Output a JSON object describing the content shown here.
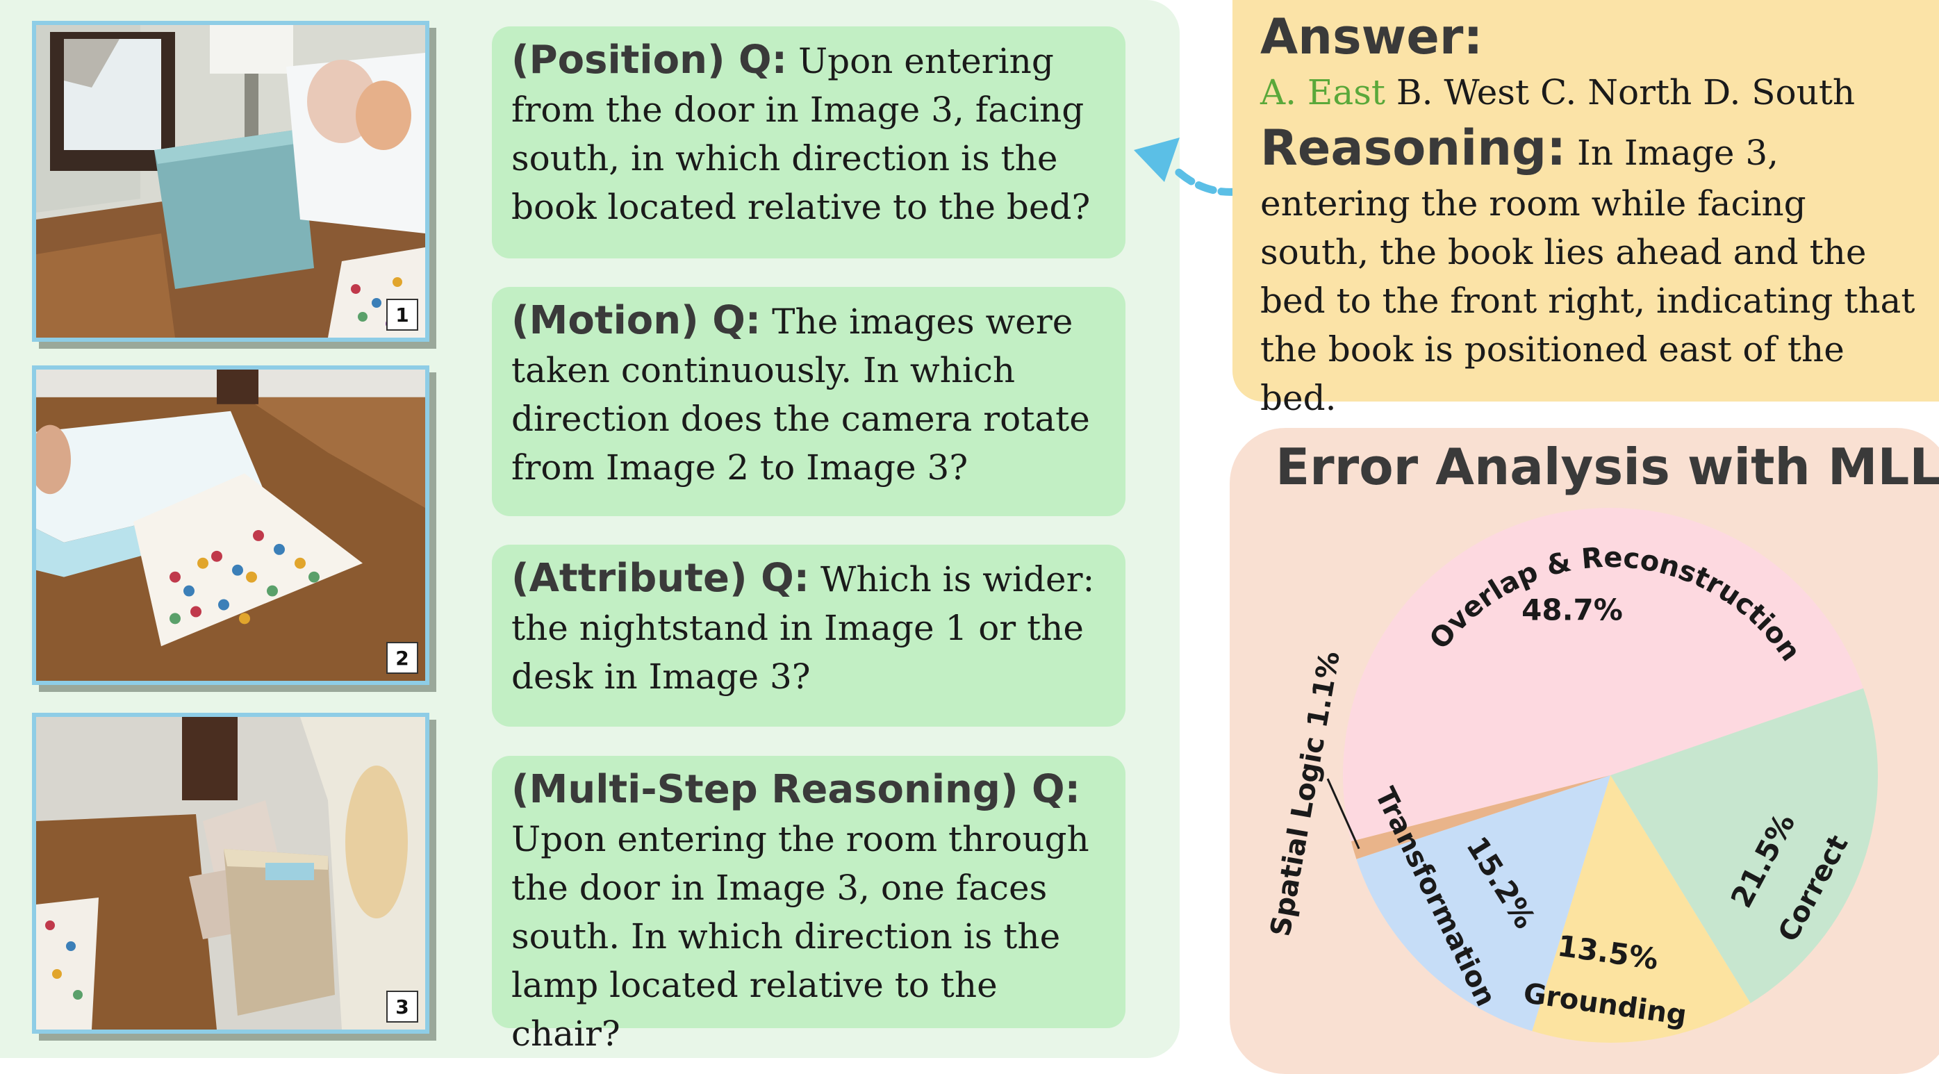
{
  "images": [
    {
      "number": "1"
    },
    {
      "number": "2"
    },
    {
      "number": "3"
    }
  ],
  "questions": [
    {
      "tag": "(Position) Q:",
      "text": "Upon entering from the door in Image 3, facing south, in which direction is the book located relative to the bed?"
    },
    {
      "tag": "(Motion) Q:",
      "text": "The images were taken continuously. In which direction does the camera rotate from Image 2 to Image 3?"
    },
    {
      "tag": "(Attribute) Q:",
      "text": "Which is wider: the nightstand in Image 1 or the desk in Image 3?"
    },
    {
      "tag": "(Multi-Step Reasoning) Q:",
      "text": "Upon entering the room through the door in Image 3, one faces south. In which direction is the lamp located relative to the chair?"
    }
  ],
  "answer": {
    "heading": "Answer:",
    "options": [
      {
        "label": "A. East",
        "correct": true
      },
      {
        "label": "B. West",
        "correct": false
      },
      {
        "label": "C. North",
        "correct": false
      },
      {
        "label": "D. South",
        "correct": false
      }
    ],
    "reasoning_heading": "Reasoning:",
    "reasoning_text": "In Image 3, entering the room while facing south, the book lies ahead and the bed to the front right, indicating that the book is positioned east of the bed."
  },
  "colors": {
    "arrow": "#5bbfe6",
    "correct_option": "#5aa83a"
  },
  "chart_data": {
    "type": "pie",
    "title": "Error Analysis with MLLM",
    "slices": [
      {
        "label": "Overlap & Reconstruction",
        "value": 48.7,
        "value_label": "48.7%",
        "color": "#fdd9e0"
      },
      {
        "label": "Correct",
        "value": 21.5,
        "value_label": "21.5%",
        "color": "#c7e6cf"
      },
      {
        "label": "Grounding",
        "value": 13.5,
        "value_label": "13.5%",
        "color": "#fce3a0"
      },
      {
        "label": "Transformation",
        "value": 15.2,
        "value_label": "15.2%",
        "color": "#c6ddf7"
      },
      {
        "label": "Spatial Logic",
        "value": 1.1,
        "value_label": "1.1%",
        "color": "#e9b48a"
      }
    ]
  }
}
